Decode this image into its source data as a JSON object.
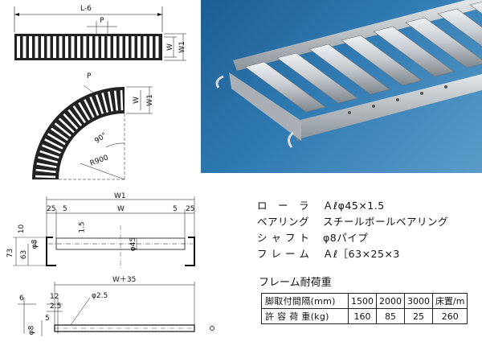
{
  "drawings": {
    "straight": {
      "length_label": "L-6",
      "pitch_label": "P",
      "w_label": "W",
      "w1_label": "W1"
    },
    "curve": {
      "pitch_label": "P",
      "w_label": "W",
      "w1_label": "W1",
      "angle_label": "90°",
      "radius_label": "R900"
    },
    "section": {
      "w1_label": "W1",
      "w_label": "W",
      "dim_25_left": "25",
      "dim_5_left": "5",
      "dim_5_right": "5",
      "dim_25_right": "25",
      "dim_10": "10",
      "dim_73": "73",
      "dim_63": "63",
      "dim_phi8": "φ8",
      "dim_1_5": "1.5",
      "dim_phi45": "φ45"
    },
    "frame": {
      "w35_label": "W＋35",
      "dim_6": "6",
      "dim_12": "12",
      "dim_2_5": "2.5",
      "dim_phi2_5": "φ2.5",
      "dim_phi8": "φ8",
      "dim_5": "5"
    }
  },
  "specs": [
    {
      "key": "ロ　ー　ラ",
      "value": "Ａℓφ45×1.5"
    },
    {
      "key": "ベアリング",
      "value": "スチールボールベアリング"
    },
    {
      "key": "シ ャ フ ト",
      "value": "φ8パイプ"
    },
    {
      "key": "フ レ ー ム",
      "value": "Ａℓ［63×25×3"
    }
  ],
  "load": {
    "title": "フレーム耐荷重",
    "row1_label": "脚取付間隔(mm)",
    "row2_label": "許 容 荷 重(kg)",
    "spans": [
      "1500",
      "2000",
      "3000",
      "床置/m"
    ],
    "loads": [
      "160",
      "85",
      "25",
      "260"
    ]
  },
  "colors": {
    "photo_bg": "#2f7ab3",
    "roller": "#c8cdd2",
    "frame": "#b9bec4"
  }
}
